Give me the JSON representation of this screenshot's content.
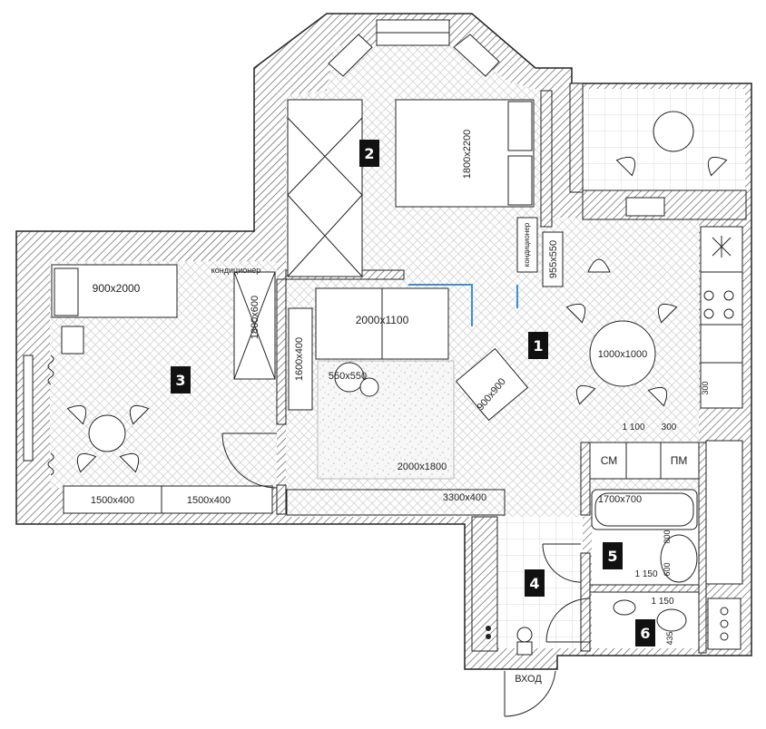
{
  "rooms": [
    {
      "id": "1",
      "number": "1"
    },
    {
      "id": "2",
      "number": "2"
    },
    {
      "id": "3",
      "number": "3"
    },
    {
      "id": "4",
      "number": "4"
    },
    {
      "id": "5",
      "number": "5"
    },
    {
      "id": "6",
      "number": "6"
    }
  ],
  "labels": {
    "bed_main": "1800x2200",
    "bed_kids": "900x2000",
    "wardrobe_kids": "1800x600",
    "ac_kids": "кондиционер",
    "ac_bedroom": "кондиционер",
    "fridge": "955x550",
    "sofa": "2000x1100",
    "cabinet_living": "1600x400",
    "coffee_table": "550x550",
    "armchair": "900x900",
    "carpet": "2000x1800",
    "dining_table": "1000x1000",
    "desk_left": "1500x400",
    "desk_right": "1500x400",
    "shelf_living": "3300x400",
    "dim_1100": "1 100",
    "dim_300": "300",
    "dim_300_vert": "300",
    "washer": "СМ",
    "dishwasher": "ПМ",
    "bathtub": "1700x700",
    "dim_800": "800",
    "dim_600": "600",
    "dim_1150_a": "1 150",
    "dim_1150_b": "1 150",
    "dim_435": "435",
    "entrance": "ВХОД"
  },
  "colors": {
    "wall_hatch": "#555555",
    "outline": "#222222",
    "door_blue": "#3a8fd9",
    "badge": "#111111",
    "floor_pattern": "#d0d0d0"
  },
  "icons": [
    "stove-icon",
    "sink-icon",
    "toilet-icon",
    "washbasin-icon",
    "chair-icon",
    "person-icon",
    "speaker-icon",
    "radiator-icon"
  ]
}
